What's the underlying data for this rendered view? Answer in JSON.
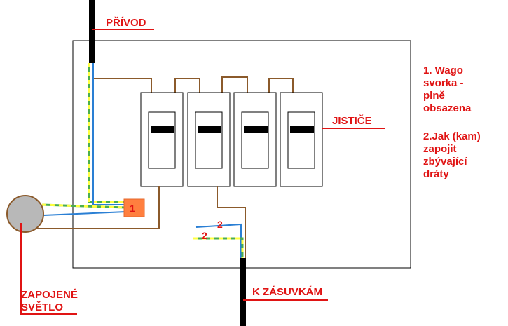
{
  "labels": {
    "privod": "PŘÍVOD",
    "jistice": "JISTIČE",
    "k_zasuvkam": "K ZÁSUVKÁM",
    "zapojene_line1": "ZAPOJENÉ",
    "zapojene_line2": "SVĚTLO",
    "wago_marker": "1",
    "wire_marker_a": "2",
    "wire_marker_b": "2"
  },
  "notes": {
    "note1_lines": [
      "1. Wago",
      "svorka -",
      "plně",
      "obsazena"
    ],
    "note2_lines": [
      "2.Jak (kam)",
      "zapojit",
      "zbývající",
      "dráty"
    ]
  },
  "breakers_count": 4,
  "colors": {
    "label_red": "#e01414",
    "wire_brown": "#8b5a2b",
    "wire_blue": "#2a7fd4",
    "wire_green": "#4cae4c",
    "wire_yellow": "#ffff40",
    "cable_black": "#000000",
    "wago_orange": "#ff7f3f",
    "light_gray": "#b8b8b8"
  }
}
